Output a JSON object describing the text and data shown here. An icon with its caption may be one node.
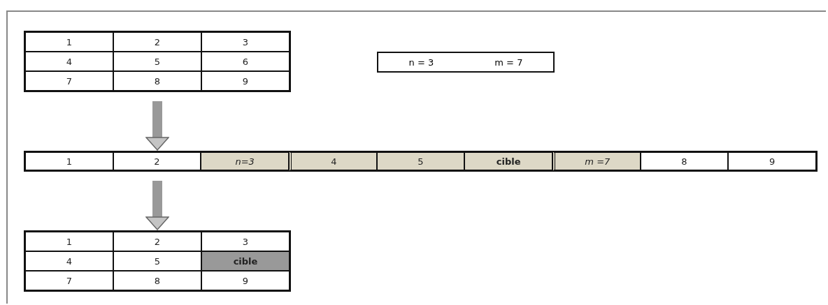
{
  "diagram": {
    "nodes": [
      {
        "text": [],
        "shape": "box"
      },
      {
        "text": [
          "n = 3",
          "m = 7"
        ]
      },
      {
        "text": [],
        "shape": "box"
      },
      {
        "text": [],
        "shape": "box"
      }
    ],
    "edges": [
      {
        "from": 0,
        "to": 2,
        "arrow": "to"
      },
      {
        "from": 2,
        "to": 3,
        "arrow": "to"
      }
    ],
    "labels": [
      "1",
      "2",
      "3",
      "4",
      "5",
      "6",
      "7",
      "8",
      "9",
      "1",
      "2",
      "n=3",
      "4",
      "5",
      "cible",
      "m =7",
      "8",
      "9",
      "1",
      "2",
      "3",
      "4",
      "5",
      "cible",
      "7",
      "8",
      "9"
    ]
  }
}
